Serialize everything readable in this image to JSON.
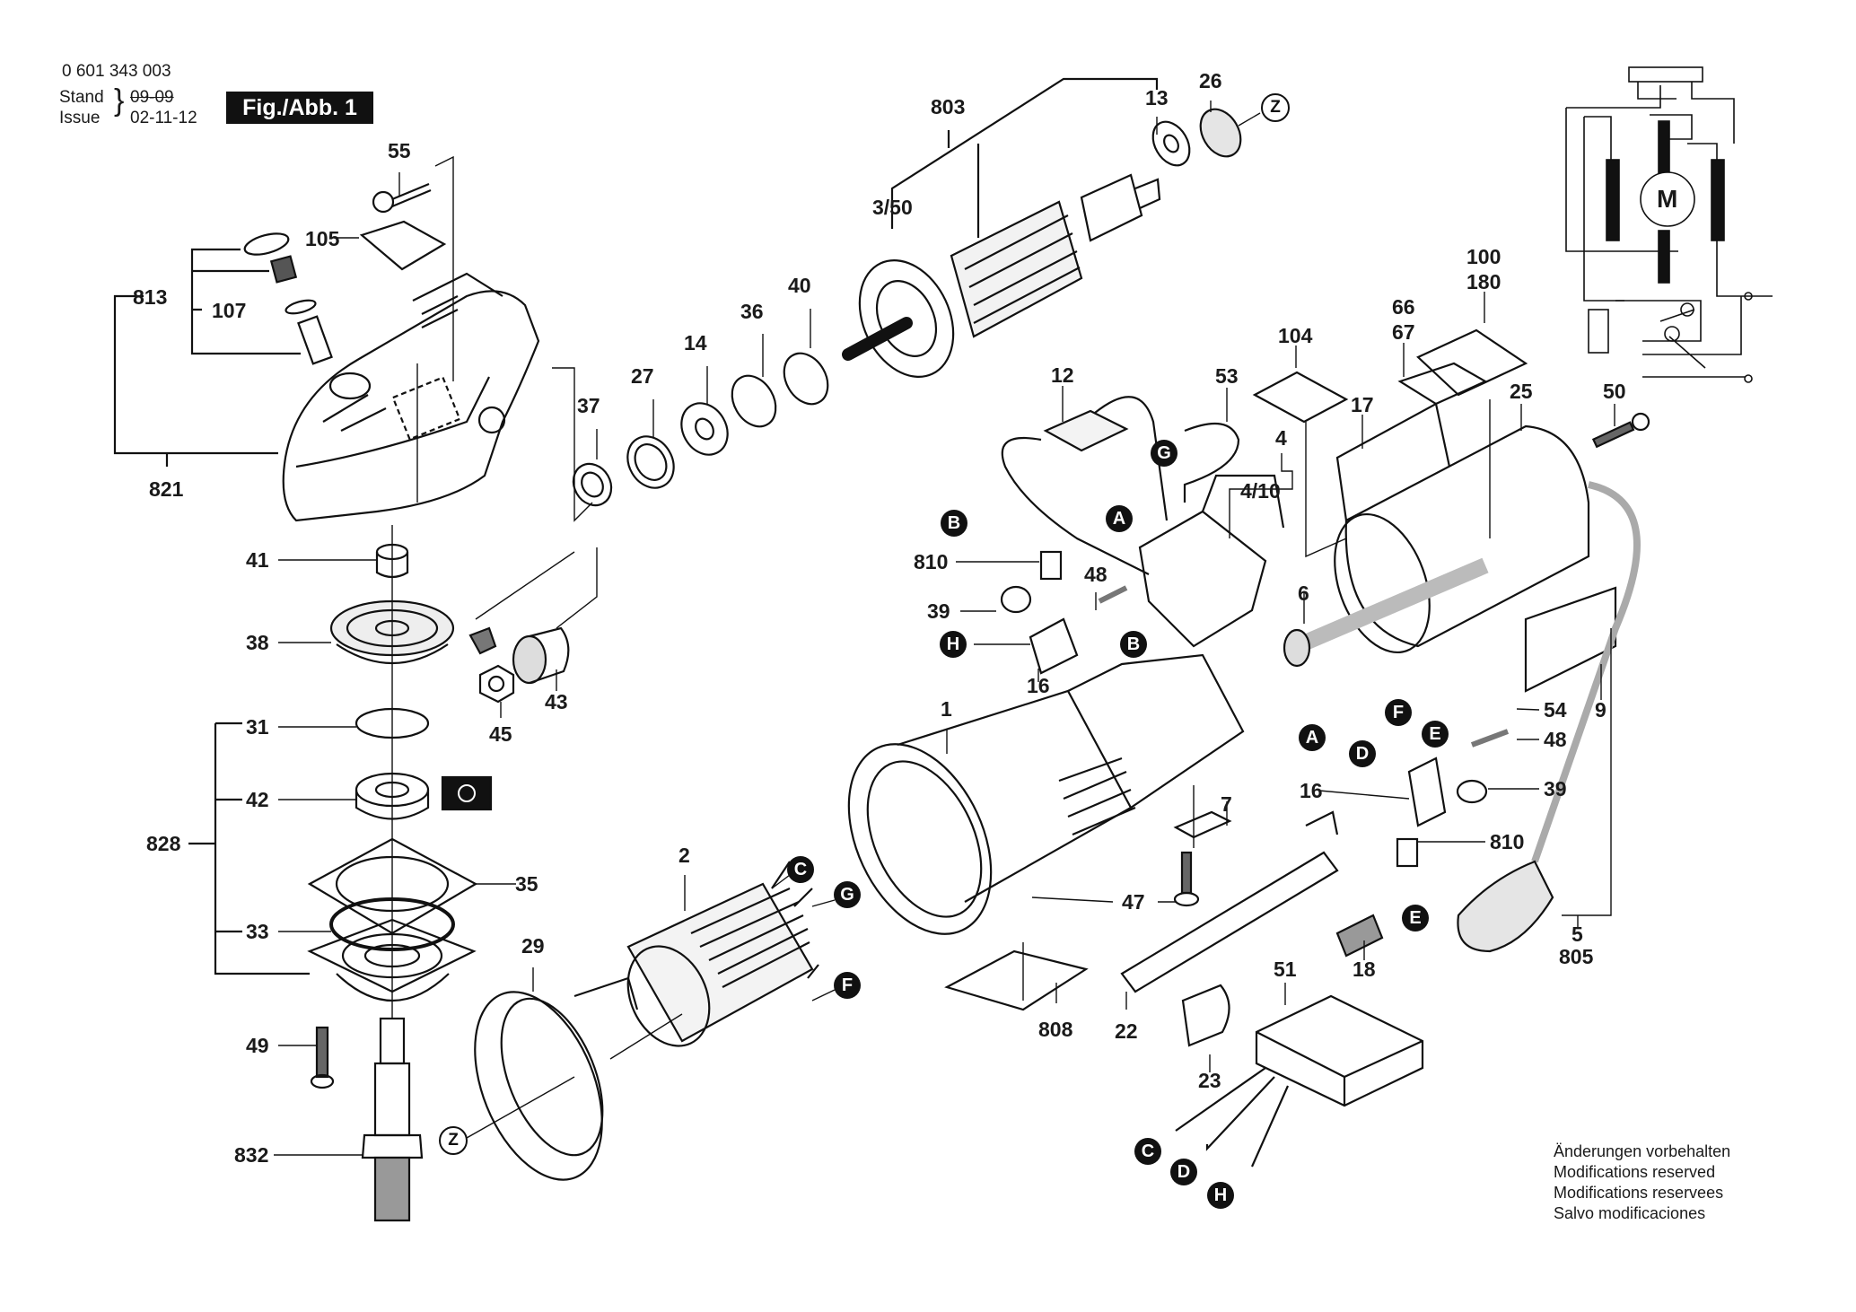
{
  "header": {
    "part_number": "0 601 343 003",
    "stand_label": "Stand",
    "issue_label": "Issue",
    "old_date": "09-09",
    "date": "02-11-12",
    "figure_label": "Fig./Abb. 1"
  },
  "callouts": {
    "p55": "55",
    "p105": "105",
    "p813": "813",
    "p107": "107",
    "p821": "821",
    "p41": "41",
    "p38": "38",
    "p31": "31",
    "p42": "42",
    "p828": "828",
    "p35": "35",
    "p33": "33",
    "p49": "49",
    "p832": "832",
    "p45": "45",
    "p43": "43",
    "p37": "37",
    "p27": "27",
    "p14": "14",
    "p36": "36",
    "p40": "40",
    "p803": "803",
    "p3_50": "3/50",
    "p13": "13",
    "p26": "26",
    "p12": "12",
    "p53": "53",
    "p104": "104",
    "p66": "66",
    "p67": "67",
    "p100": "100",
    "p180": "180",
    "p17": "17",
    "p25": "25",
    "p50": "50",
    "p4": "4",
    "p4_10": "4/10",
    "p810a": "810",
    "p48a": "48",
    "p39a": "39",
    "p16a": "16",
    "p6": "6",
    "p9": "9",
    "p1": "1",
    "p54": "54",
    "p48b": "48",
    "p16b": "16",
    "p39b": "39",
    "p810b": "810",
    "p7": "7",
    "p47": "47",
    "p18": "18",
    "p5": "5",
    "p805": "805",
    "p2": "2",
    "p29": "29",
    "p808": "808",
    "p22": "22",
    "p23": "23",
    "p51": "51"
  },
  "connectors": {
    "A1": "A",
    "A2": "A",
    "B1": "B",
    "B2": "B",
    "C1": "C",
    "C2": "C",
    "D1": "D",
    "D2": "D",
    "E1": "E",
    "E2": "E",
    "F1": "F",
    "F2": "F",
    "G1": "G",
    "G2": "G",
    "H1": "H",
    "H2": "H",
    "Z1": "Z",
    "Z2": "Z"
  },
  "schematic": {
    "motor_label": "M"
  },
  "disclaimer": [
    "Änderungen vorbehalten",
    "Modifications reserved",
    "Modifications reservees",
    "Salvo modificaciones"
  ]
}
